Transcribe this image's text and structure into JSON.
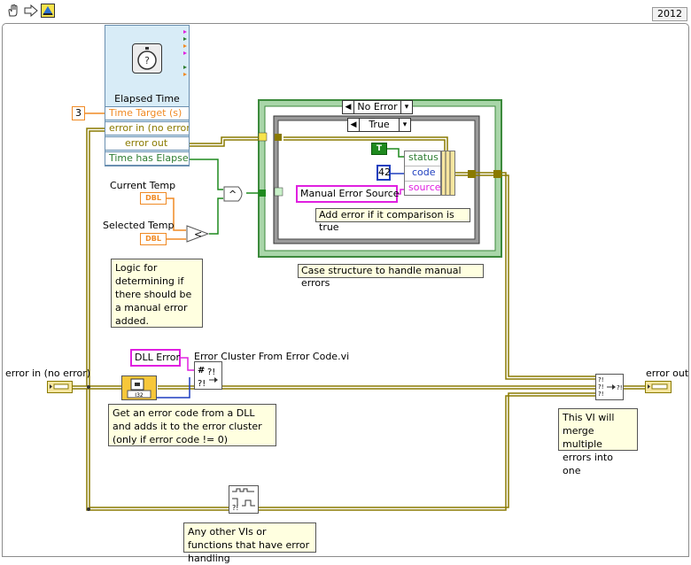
{
  "toolbar": {
    "version": "2012",
    "icons": [
      "hand-tool-icon",
      "run-arrow-icon",
      "labview-logo-icon"
    ]
  },
  "elapsed_time": {
    "title": "Elapsed Time",
    "terminals": [
      "Time Target (s)",
      "error in (no error)",
      "error out",
      "Time has Elapsed"
    ],
    "colors": {
      "orange": "#f08a24",
      "green": "#2e7d32",
      "yellow": "#8a7a00"
    }
  },
  "constants": {
    "time_target_value": "3",
    "code_value": "42",
    "true_const": "T",
    "dll_error": "DLL Error",
    "manual_error_source": "Manual Error Source"
  },
  "labels": {
    "current_temp": "Current Temp",
    "selected_temp": "Selected Temp",
    "dbl": "DBL",
    "error_in": "error in (no error)",
    "error_out": "error out",
    "error_cluster_vi": "Error Cluster From Error Code.vi"
  },
  "bundle": {
    "status": "status",
    "code": "code",
    "source": "source"
  },
  "case_outer": {
    "selector": "No Error"
  },
  "case_inner": {
    "selector": "True"
  },
  "notes": {
    "logic": "Logic for determining if there should be a manual error added.",
    "add_error": "Add error if it comparison is true",
    "case_structure": "Case structure to handle manual errors",
    "dll": "Get an error code from a DLL and adds it to the error cluster (only if error code != 0)",
    "merge": "This VI will merge multiple errors into one",
    "other": "Any other VIs or functions that have error handling"
  },
  "wire_colors": {
    "error": "#8a7a00",
    "boolean": "#1f8a1f",
    "numeric_dbl": "#f08a24",
    "int": "#1f3fbf",
    "string": "#e020e0"
  }
}
